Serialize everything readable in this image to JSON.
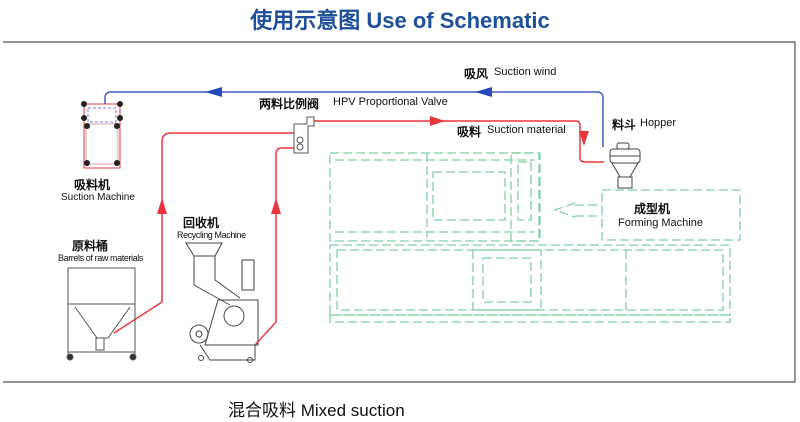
{
  "title": "使用示意图 Use of Schematic",
  "labels": {
    "suction_wind_cn": "吸风",
    "suction_wind_en": "Suction wind",
    "valve_cn": "两料比例阀",
    "valve_en": "HPV Proportional Valve",
    "suction_material_cn": "吸料",
    "suction_material_en": "Suction material",
    "hopper_cn": "料斗",
    "hopper_en": "Hopper",
    "suction_machine_cn": "吸料机",
    "suction_machine_en": "Suction Machine",
    "recycling_cn": "回收机",
    "recycling_en": "Recycling Machine",
    "barrels_cn": "原料桶",
    "barrels_en": "Barrels of raw materials",
    "forming_cn": "成型机",
    "forming_en": "Forming Machine"
  },
  "caption": "混合吸料 Mixed suction",
  "colors": {
    "title": "#1d4f9c",
    "wind": "#3b5fc4",
    "material": "#e8373c",
    "machine": "#7fd0a0"
  }
}
